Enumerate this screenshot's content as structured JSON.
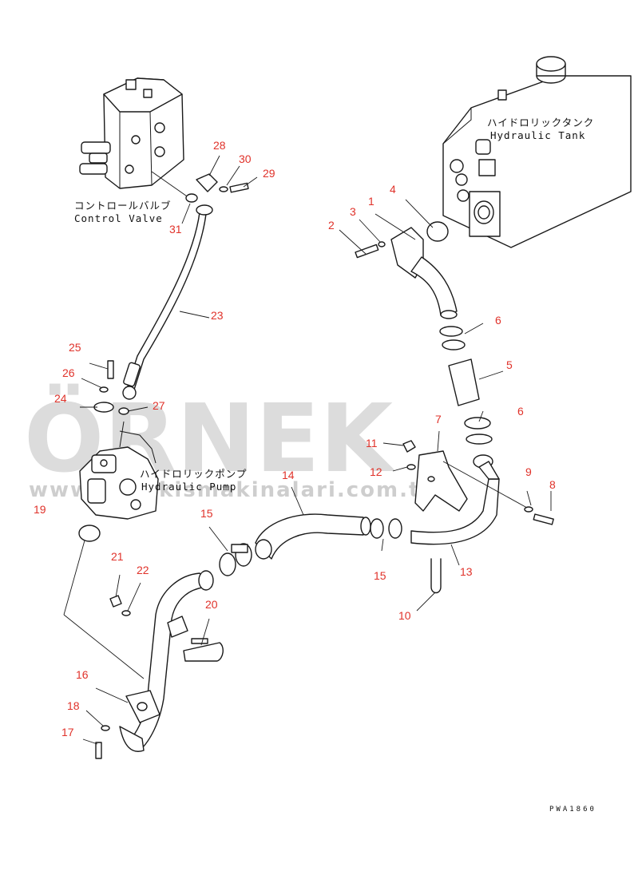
{
  "labels": {
    "control_valve_jp": "コントロールバルブ",
    "control_valve_en": "Control Valve",
    "hydraulic_tank_jp": "ハイドロリックタンク",
    "hydraulic_tank_en": "Hydraulic Tank",
    "hydraulic_pump_jp": "ハイドロリックポンプ",
    "hydraulic_pump_en": "Hydraulic Pump"
  },
  "watermark": {
    "brand": "ÖRNEK",
    "url": "www.ornekismakinalari.com.tr"
  },
  "drawing_code": "PWA1860",
  "colors": {
    "callout": "#e0322a",
    "line": "#1a1a1a",
    "watermark": "#d6d6d6"
  },
  "callouts": [
    {
      "id": "c1",
      "text": "1"
    },
    {
      "id": "c2",
      "text": "2"
    },
    {
      "id": "c3",
      "text": "3"
    },
    {
      "id": "c4",
      "text": "4"
    },
    {
      "id": "c5",
      "text": "5"
    },
    {
      "id": "c6a",
      "text": "6"
    },
    {
      "id": "c6b",
      "text": "6"
    },
    {
      "id": "c7",
      "text": "7"
    },
    {
      "id": "c8",
      "text": "8"
    },
    {
      "id": "c9",
      "text": "9"
    },
    {
      "id": "c10",
      "text": "10"
    },
    {
      "id": "c11",
      "text": "11"
    },
    {
      "id": "c12",
      "text": "12"
    },
    {
      "id": "c13",
      "text": "13"
    },
    {
      "id": "c14",
      "text": "14"
    },
    {
      "id": "c15a",
      "text": "15"
    },
    {
      "id": "c15b",
      "text": "15"
    },
    {
      "id": "c16",
      "text": "16"
    },
    {
      "id": "c17",
      "text": "17"
    },
    {
      "id": "c18",
      "text": "18"
    },
    {
      "id": "c19",
      "text": "19"
    },
    {
      "id": "c20",
      "text": "20"
    },
    {
      "id": "c21",
      "text": "21"
    },
    {
      "id": "c22",
      "text": "22"
    },
    {
      "id": "c23",
      "text": "23"
    },
    {
      "id": "c24",
      "text": "24"
    },
    {
      "id": "c25",
      "text": "25"
    },
    {
      "id": "c26",
      "text": "26"
    },
    {
      "id": "c27",
      "text": "27"
    },
    {
      "id": "c28",
      "text": "28"
    },
    {
      "id": "c29",
      "text": "29"
    },
    {
      "id": "c30",
      "text": "30"
    },
    {
      "id": "c31",
      "text": "31"
    }
  ]
}
